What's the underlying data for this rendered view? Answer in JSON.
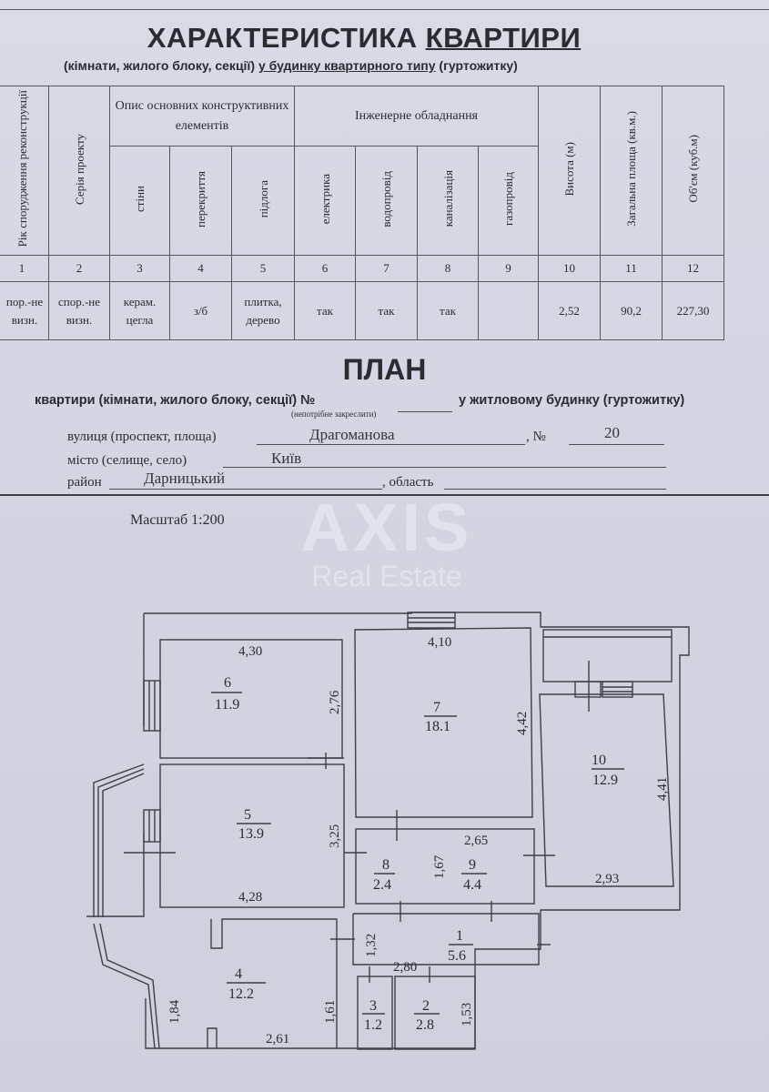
{
  "header": {
    "title_part1": "ХАРАКТЕРИСТИКА ",
    "title_part2": "КВАРТИРИ",
    "subtitle_part1": "(кімнати, жилого блоку, секції) ",
    "subtitle_part2": "у будинку квартирного типу",
    "subtitle_part3": " (гуртожитку)"
  },
  "table": {
    "group_headers": {
      "construction": "Опис основних конструктивних елементів",
      "engineering": "Інженерне обладнання"
    },
    "columns": [
      {
        "num": "1",
        "label": "Рік спорудження реконструкції",
        "value": "пор.-не визн."
      },
      {
        "num": "2",
        "label": "Серія проекту",
        "value": "спор.-не визн."
      },
      {
        "num": "3",
        "label": "стіни",
        "value": "керам. цегла"
      },
      {
        "num": "4",
        "label": "перекриття",
        "value": "з/б"
      },
      {
        "num": "5",
        "label": "підлога",
        "value": "плитка, дерево"
      },
      {
        "num": "6",
        "label": "електрика",
        "value": "так"
      },
      {
        "num": "7",
        "label": "водопровід",
        "value": "так"
      },
      {
        "num": "8",
        "label": "каналізація",
        "value": "так"
      },
      {
        "num": "9",
        "label": "газопровід",
        "value": ""
      },
      {
        "num": "10",
        "label": "Висота (м)",
        "value": "2,52"
      },
      {
        "num": "11",
        "label": "Загальна площа (кв.м.)",
        "value": "90,2"
      },
      {
        "num": "12",
        "label": "Об'єм (куб.м)",
        "value": "227,30"
      }
    ]
  },
  "plan": {
    "title": "ПЛАН",
    "line1_part1": "квартири (кімнати, жилого блоку, секції) №",
    "line1_part2": "у житловому будинку (гуртожитку)",
    "note": "(непотрібне закреслити)",
    "street_label": "вулиця (проспект, площа)",
    "street_value": "Драгоманова",
    "number_label": ", №",
    "number_value": "20",
    "city_label": "місто (селище, село)",
    "city_value": "Київ",
    "district_label": "район",
    "district_value": "Дарницький",
    "region_label": ", область",
    "region_value": "",
    "scale": "Масштаб 1:200"
  },
  "watermark": {
    "brand": "AXIS",
    "tagline": "Real Estate"
  },
  "rooms": [
    {
      "num": "1",
      "area": "5.6"
    },
    {
      "num": "2",
      "area": "2.8"
    },
    {
      "num": "3",
      "area": "1.2"
    },
    {
      "num": "4",
      "area": "12.2"
    },
    {
      "num": "5",
      "area": "13.9"
    },
    {
      "num": "6",
      "area": "11.9"
    },
    {
      "num": "7",
      "area": "18.1"
    },
    {
      "num": "8",
      "area": "2.4"
    },
    {
      "num": "9",
      "area": "4.4"
    },
    {
      "num": "10",
      "area": "12.9"
    }
  ],
  "dimensions": {
    "r6_w": "4,30",
    "r6_h": "2,76",
    "r7_w": "4,10",
    "r7_h": "4,42",
    "r5_h": "3,25",
    "r5_w": "4,28",
    "r9_w": "2,65",
    "r9_h": "1,67",
    "r10_h": "4,41",
    "r10_w": "2,93",
    "r1_h": "1,32",
    "r1_w": "2,80",
    "r4_h1": "1,84",
    "r4_h2": "1,61",
    "r4_w": "2,61",
    "r2_h": "1,53"
  }
}
